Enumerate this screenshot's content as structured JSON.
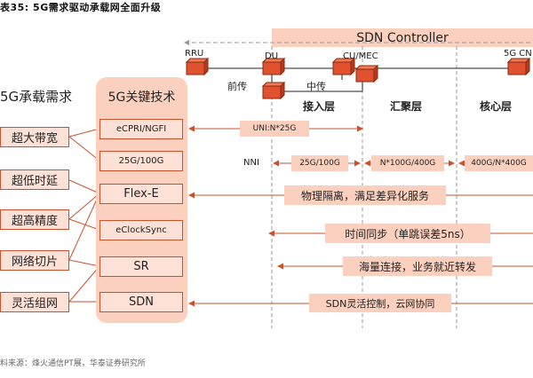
{
  "caption": "表35:  5G需求驱动承载网全面升级",
  "source": "料来源：烽火通信PT展，华泰证券研究所",
  "sdn_controller": "SDN Controller",
  "nodes": {
    "rru": "RRU",
    "du": "DU",
    "cu_mec": "CU/MEC",
    "core": "5G CN",
    "fronthaul": "前传",
    "midhaul": "中传"
  },
  "layers": {
    "access": "接入层",
    "aggregation": "汇聚层",
    "core": "核心层"
  },
  "requirements": {
    "title": "5G承载需求",
    "items": [
      "超大带宽",
      "超低时延",
      "超高精度",
      "网络切片",
      "灵活组网"
    ]
  },
  "technologies": {
    "title": "5G关键技术",
    "items": [
      "eCPRI/NGFI",
      "25G/100G",
      "Flex-E",
      "eClockSync",
      "SR",
      "SDN"
    ]
  },
  "rows": {
    "uni": "UNI:N*25G",
    "nni": "NNI",
    "nni_access": "25G/100G",
    "nni_aggregation": "N*100G/400G",
    "nni_core": "400G/N*400G",
    "flexe": "物理隔离，满足差异化服务",
    "clock": "时间同步（单跳误差5ns）",
    "sr": "海量连接，业务就近转发",
    "sdn": "SDN灵活控制，云网协同"
  },
  "colors": {
    "accent": "#c9522e",
    "fill": "#fbd0bf",
    "light": "#fde1d6",
    "node": "#e0522f"
  }
}
